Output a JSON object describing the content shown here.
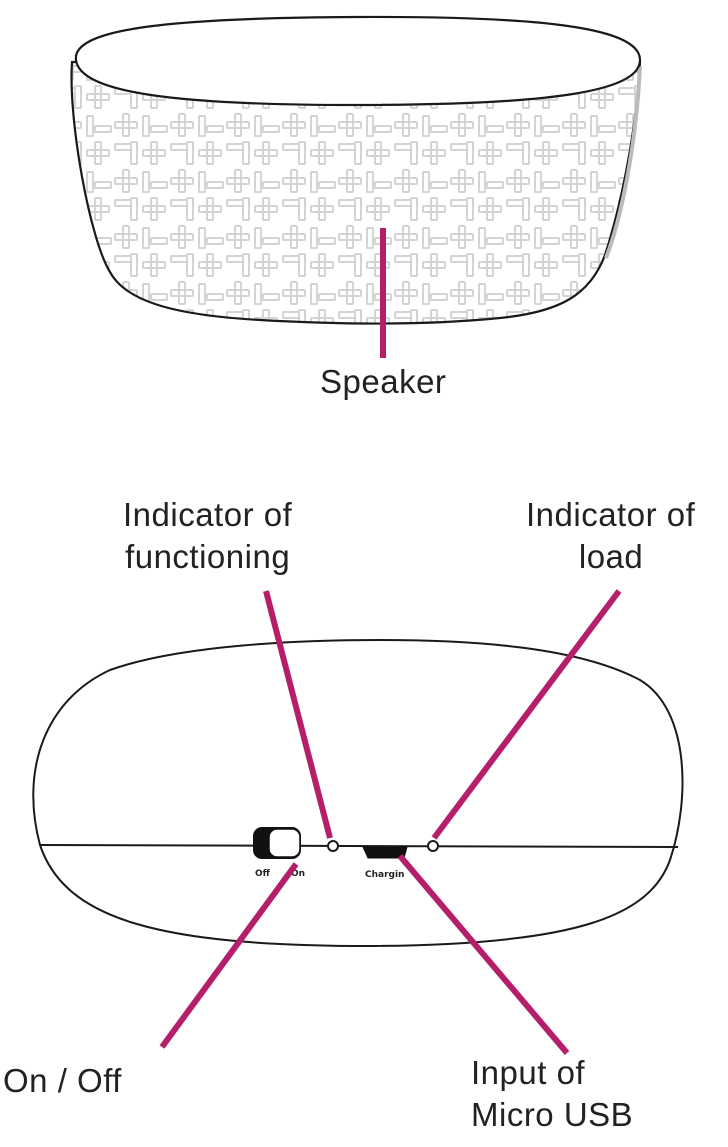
{
  "colors": {
    "callout": "#b51f6a",
    "outline": "#1a1a1a",
    "pattern": "#d4d4d4",
    "switch": "#111111"
  },
  "labels": {
    "speaker": "Speaker",
    "indicator_functioning": [
      "Indicator of",
      "functioning"
    ],
    "indicator_load": [
      "Indicator of",
      "load"
    ],
    "on_off": "On / Off",
    "micro_usb": [
      "Input of",
      "Micro USB"
    ]
  },
  "device_markings": {
    "switch_off": "Off",
    "switch_on": "On",
    "charging": "Chargin"
  }
}
